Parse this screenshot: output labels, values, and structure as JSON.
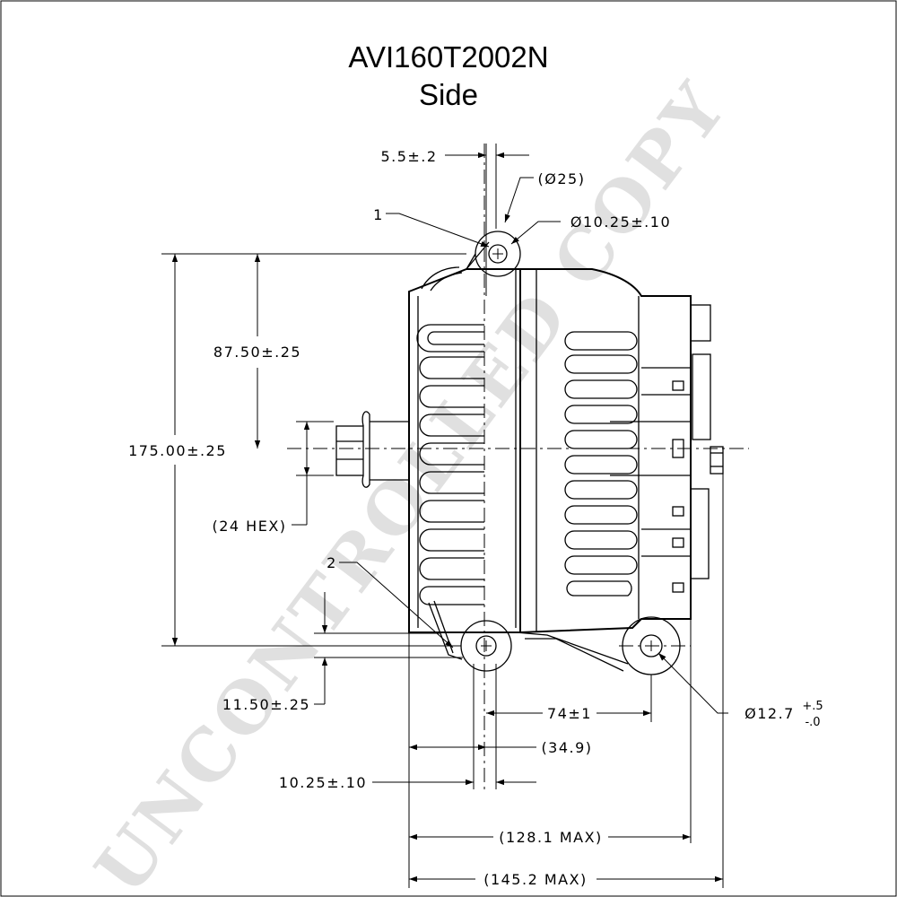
{
  "drawing": {
    "part_number": "AVI160T2002N",
    "view": "Side",
    "watermark": "UNCONTROLLED COPY"
  },
  "dimensions": {
    "top_offset": "5.5±.2",
    "top_hole_boss": "(Ø25)",
    "top_hole_dia": "Ø10.25±.10",
    "half_height": "87.50±.25",
    "overall_height": "175.00±.25",
    "hex": "(24 HEX)",
    "bottom_offset": "11.50±.25",
    "hole_spacing": "74±1",
    "ref_length": "(34.9)",
    "bottom_hole_dia": "10.25±.10",
    "max_length_1": "(128.1 MAX)",
    "max_length_2": "(145.2 MAX)",
    "rear_hole_dia": "Ø12.7",
    "rear_hole_tol_plus": "+.5",
    "rear_hole_tol_minus": "-.0"
  },
  "callouts": {
    "item_1": "1",
    "item_2": "2"
  }
}
